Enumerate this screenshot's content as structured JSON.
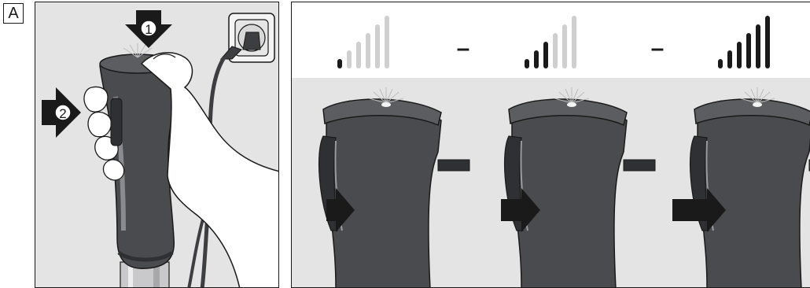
{
  "figure": {
    "label": "A"
  },
  "steps": {
    "step_1": "1",
    "step_2": "2"
  },
  "separators": [
    "–",
    "–"
  ],
  "speed_levels": [
    {
      "active_bars": 1,
      "total_bars": 6
    },
    {
      "active_bars": 3,
      "total_bars": 6
    },
    {
      "active_bars": 6,
      "total_bars": 6
    }
  ],
  "colors": {
    "device_body": "#4a4b4e",
    "device_dark": "#2f3033",
    "device_top": "#5c5d60",
    "bar_active": "#1a1a1a",
    "bar_inactive": "#cfcfd0",
    "panel_gray": "#e4e4e5",
    "arrow": "#1a1a1a"
  }
}
